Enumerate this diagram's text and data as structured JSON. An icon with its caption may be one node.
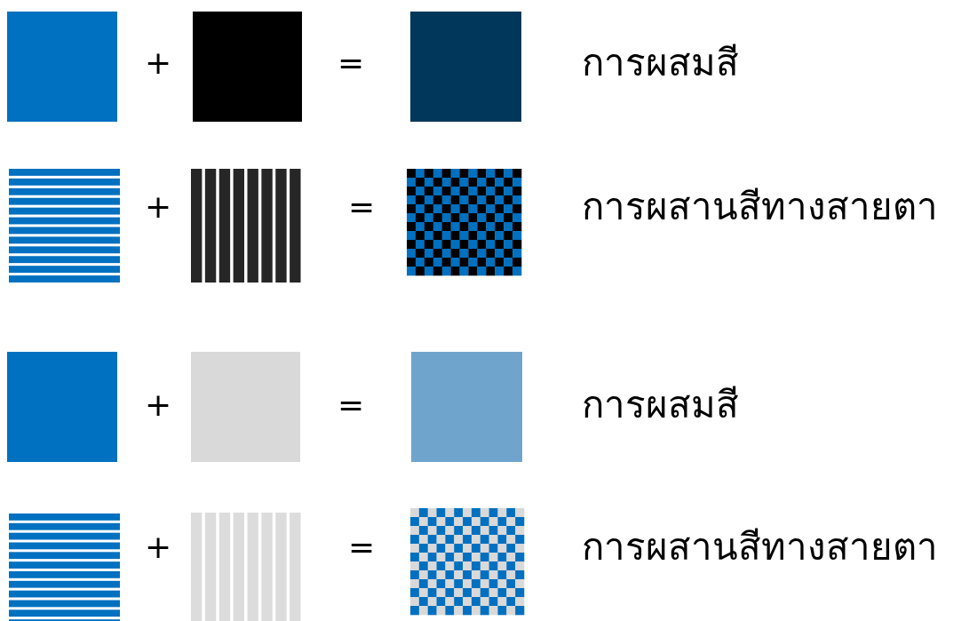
{
  "diagram": {
    "labels": [
      "+",
      "=",
      "การผสมสี",
      "+",
      "=",
      "การผสานสีทางสายตา",
      "+",
      "=",
      "การผสมสี",
      "+",
      "=",
      "การผสานสีทางสายตา"
    ]
  }
}
